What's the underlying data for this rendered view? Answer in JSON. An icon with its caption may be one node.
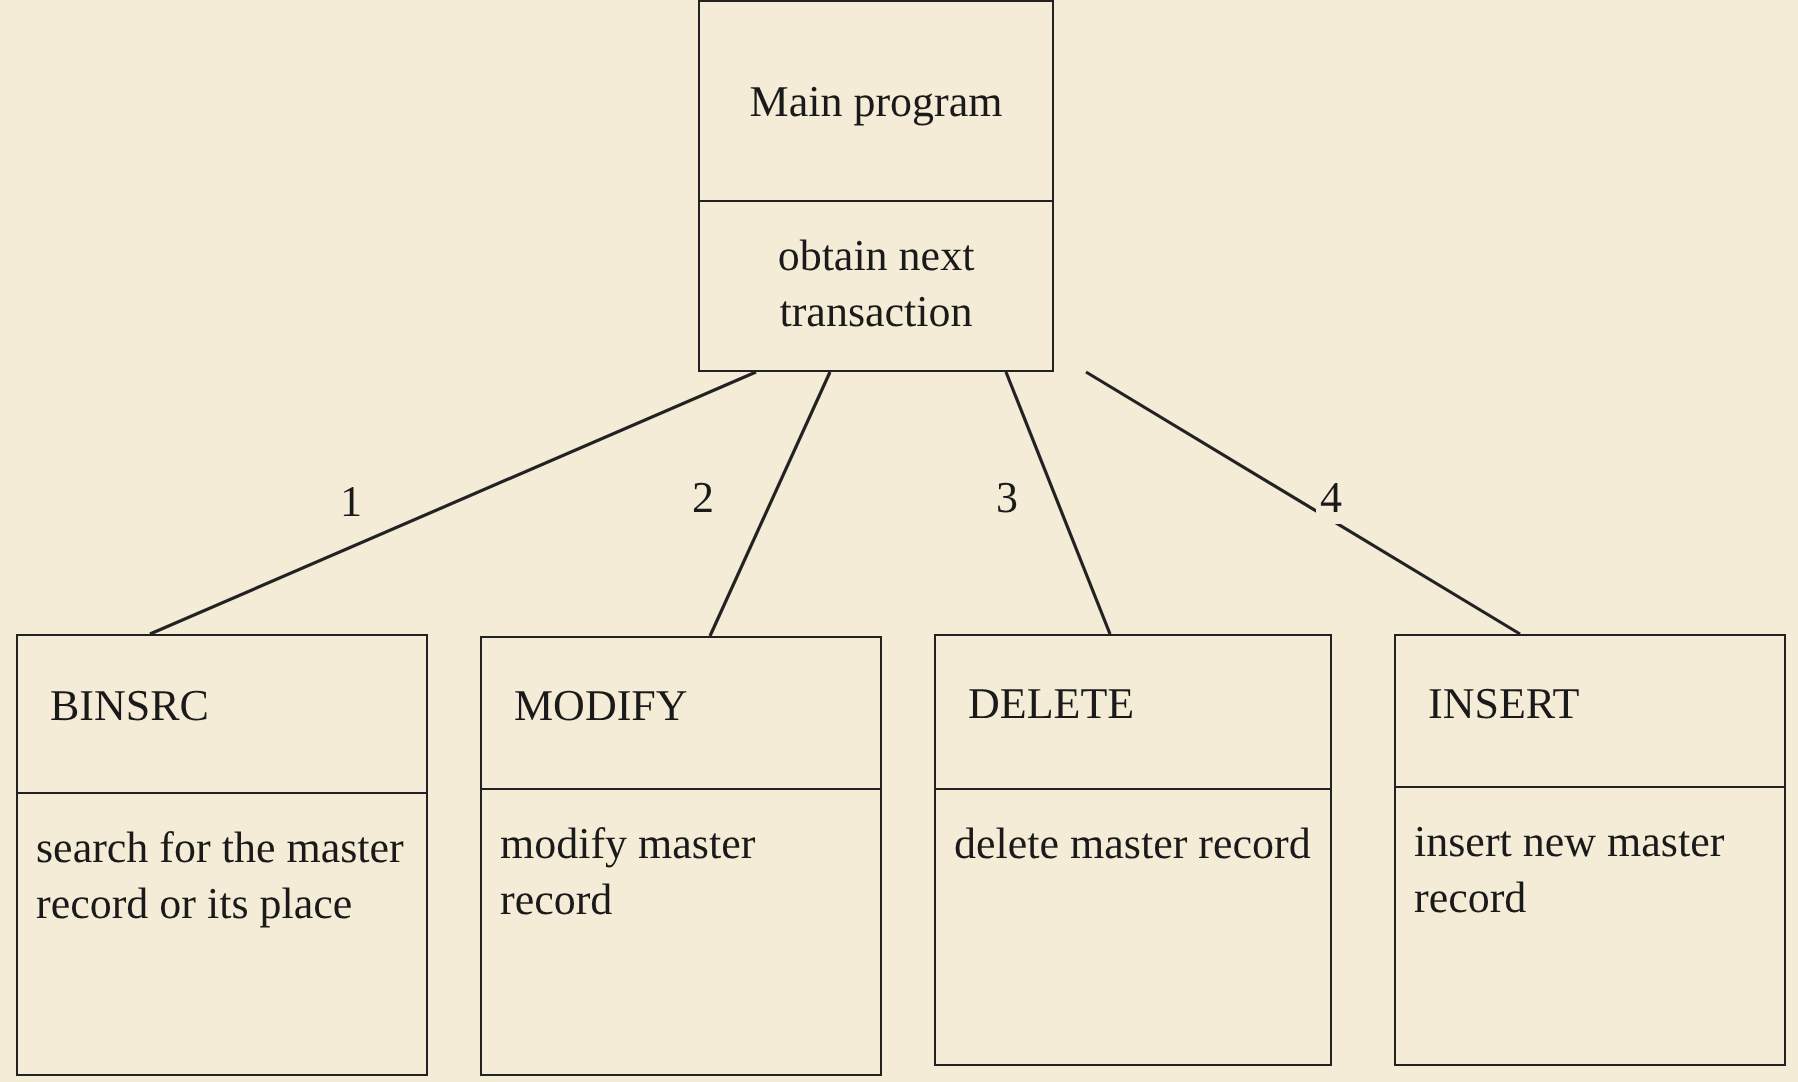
{
  "diagram": {
    "nodes": [
      {
        "text": [
          "Main program",
          "obtain next transaction"
        ]
      },
      {
        "text": [
          "BINSRC",
          "search for the master record or its place"
        ]
      },
      {
        "text": [
          "MODIFY",
          "modify master record"
        ]
      },
      {
        "text": [
          "DELETE",
          "delete master record"
        ]
      },
      {
        "text": [
          "INSERT",
          "insert new master record"
        ]
      }
    ],
    "edges": [
      {
        "from": 0,
        "to": 1,
        "arrow": "none",
        "label": "1"
      },
      {
        "from": 0,
        "to": 2,
        "arrow": "none",
        "label": "2"
      },
      {
        "from": 0,
        "to": 3,
        "arrow": "none",
        "label": "3"
      },
      {
        "from": 0,
        "to": 4,
        "arrow": "none",
        "label": "4"
      }
    ]
  }
}
